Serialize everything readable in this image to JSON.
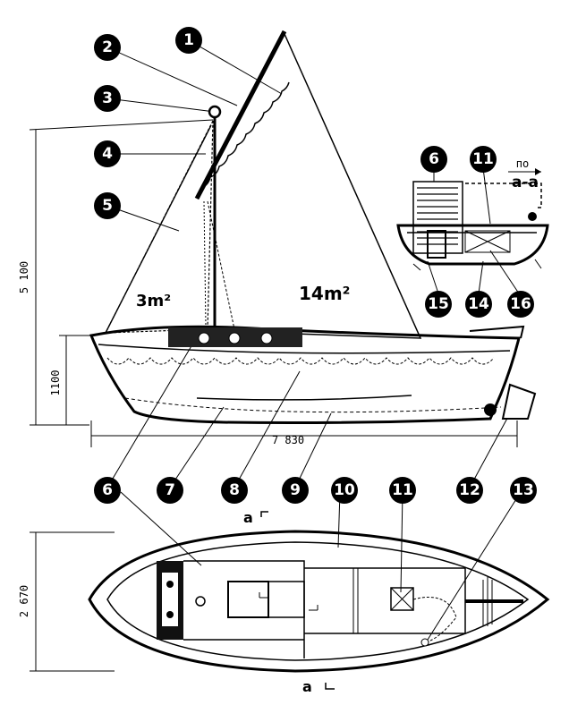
{
  "callouts": [
    "1",
    "2",
    "3",
    "4",
    "5",
    "6",
    "7",
    "8",
    "9",
    "10",
    "11",
    "12",
    "13",
    "14",
    "15",
    "16"
  ],
  "section_view": {
    "label_top": "по",
    "label_bottom": "а-а",
    "callout_6": "6",
    "callout_11": "11",
    "callout_14": "14",
    "callout_15": "15",
    "callout_16": "16"
  },
  "sail_area": {
    "jib": "3m²",
    "main": "14m²"
  },
  "dimensions": {
    "mast_height": "5 100",
    "hull_height": "1100",
    "length": "7 830",
    "beam": "2 670"
  },
  "section_marks": {
    "top": "а",
    "bottom": "а"
  },
  "side_view": {
    "callout_1": "1",
    "callout_2": "2",
    "callout_3": "3",
    "callout_4": "4",
    "callout_5": "5",
    "callout_6": "6",
    "callout_7": "7",
    "callout_8": "8",
    "callout_9": "9",
    "callout_10": "10",
    "callout_11": "11",
    "callout_12": "12",
    "callout_13": "13"
  }
}
